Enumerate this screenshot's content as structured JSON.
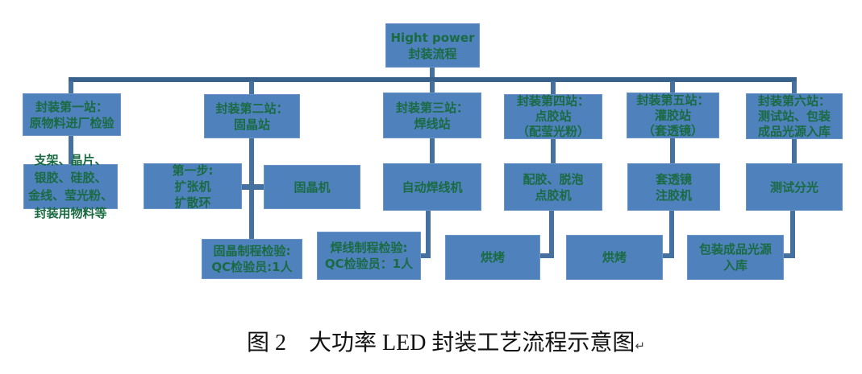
{
  "flowchart": {
    "title_node": {
      "lines": [
        "Hight power",
        "封装流程"
      ]
    },
    "nodes": {
      "station1": {
        "lines": [
          "封装第一站：",
          "原物料进厂检验"
        ]
      },
      "station2": {
        "lines": [
          "封装第二站：",
          "固晶站"
        ]
      },
      "station3": {
        "lines": [
          "封装第三站：",
          "焊线站"
        ]
      },
      "station4": {
        "lines": [
          "封装第四站：",
          "点胶站",
          "（配莹光粉）"
        ]
      },
      "station5": {
        "lines": [
          "封装第五站：",
          "灌胶站",
          "（套透镜）"
        ]
      },
      "station6": {
        "lines": [
          "封装第六站：",
          "测试站、包装",
          "成品光源入库"
        ]
      },
      "materials": {
        "lines": [
          "支架、晶片、",
          "银胶、硅胶、",
          "金线、莹光粉、",
          "封装用物料等"
        ]
      },
      "expander_step": {
        "lines": [
          "第一步:",
          "扩张机",
          "扩散环"
        ]
      },
      "die_bonder": {
        "lines": [
          "固晶机"
        ]
      },
      "wire_bonder": {
        "lines": [
          "自动焊线机"
        ]
      },
      "glue_dispenser": {
        "lines": [
          "配胶、脱泡",
          "点胶机"
        ]
      },
      "lens_injector": {
        "lines": [
          "套透镜",
          "注胶机"
        ]
      },
      "test_sorter": {
        "lines": [
          "测试分光"
        ]
      },
      "qc_die_bond": {
        "lines": [
          "固晶制程检验:",
          "QC检验员:1人"
        ]
      },
      "qc_wire_bond": {
        "lines": [
          "焊线制程检验:",
          "QC检验员：1人"
        ]
      },
      "bake1": {
        "lines": [
          "烘烤"
        ]
      },
      "bake2": {
        "lines": [
          "烘烤"
        ]
      },
      "packing": {
        "lines": [
          "包装成品光源",
          "入库"
        ]
      }
    },
    "colors": {
      "node_fill": "#4f81bd",
      "node_border": "#6d96c8",
      "connector": "#44719f",
      "connector_dark": "#38618c",
      "text_green": "#1a6b42"
    }
  },
  "caption": {
    "text": "图 2　大功率 LED 封装工艺流程示意图",
    "mark": "↵"
  }
}
